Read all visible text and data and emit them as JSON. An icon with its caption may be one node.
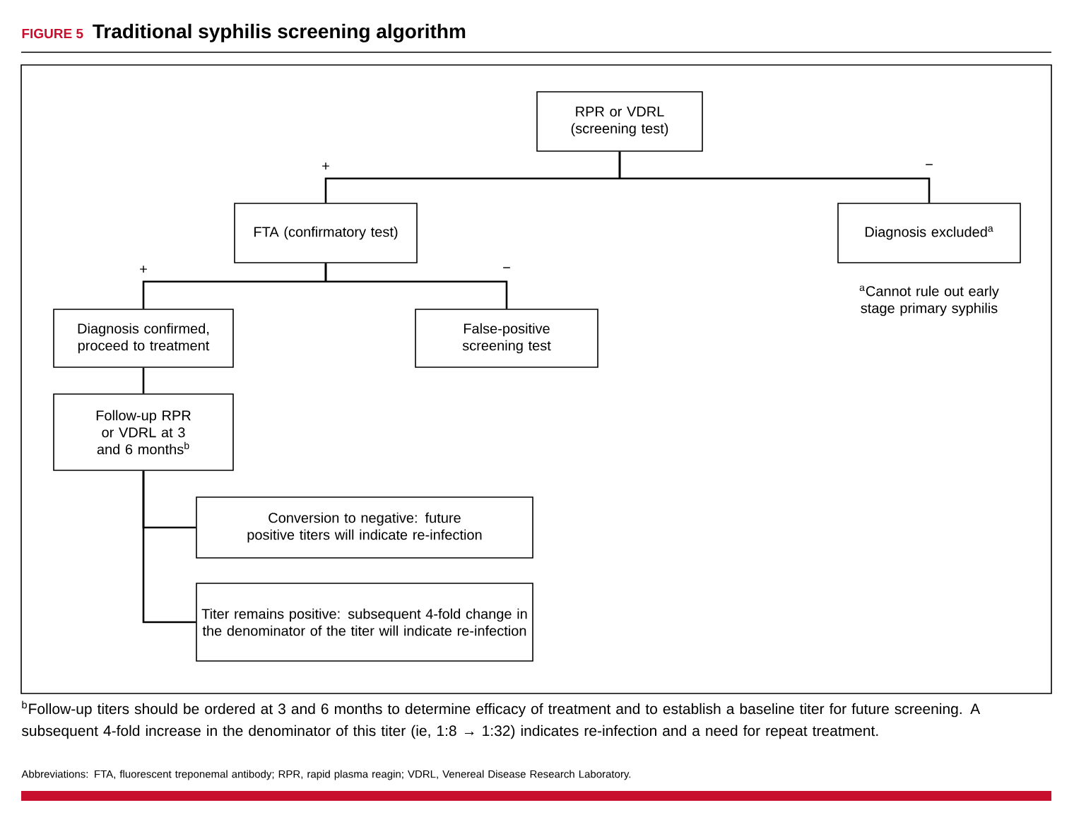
{
  "diagram": {
    "title": "Traditional syphilis screening algorithm",
    "caption": "Abbreviations: FTA, fluorescent treponemal antibody; RPR, rapid plasma reagin; VDRL, Venereal Disease Research Laboratory.",
    "nodes": [
      {
        "text": [
          "RPR or VDRL (screening test)"
        ]
      },
      {
        "text": [
          "FTA (confirmatory test)"
        ]
      },
      {
        "text": [
          "Diagnosis excluded$^{a}$"
        ],
        "beside": [
          "$^{a}$Cannot rule out early stage primary syphilis"
        ]
      },
      {
        "text": [
          "Diagnosis confirmed, proceed to treatment"
        ]
      },
      {
        "text": [
          "False-positive screening test"
        ]
      },
      {
        "text": [
          "Follow-up RPR or VDRL at 3 and 6 months$^{b}$"
        ]
      },
      {
        "text": [
          "Conversion to negative: future positive titers will indicate re-infection"
        ]
      },
      {
        "text": [
          "Titer remains positive: subsequent 4-fold change in the denominator of the titer will indicate re-infection"
        ]
      }
    ],
    "edges": [
      {
        "from": 0,
        "to": 1,
        "arrow": "none",
        "label": "+"
      },
      {
        "from": 0,
        "to": 2,
        "arrow": "none",
        "label": "−"
      },
      {
        "from": 1,
        "to": 3,
        "arrow": "none",
        "label": "+"
      },
      {
        "from": 1,
        "to": 4,
        "arrow": "none",
        "label": "−"
      },
      {
        "from": 3,
        "to": 5,
        "arrow": "none"
      },
      {
        "from": 5,
        "to": 6,
        "arrow": "none"
      },
      {
        "from": 5,
        "to": 7,
        "arrow": "none"
      }
    ],
    "labels": [
      "FIGURE 5",
      "$^{b}$Follow-up titers should be ordered at 3 and 6 months to determine efficacy of treatment and to establish a baseline titer for future screening. A subsequent 4-fold increase in the denominator of this titer (ie, 1:8 → 1:32) indicates re-infection and a need for repeat treatment."
    ]
  }
}
